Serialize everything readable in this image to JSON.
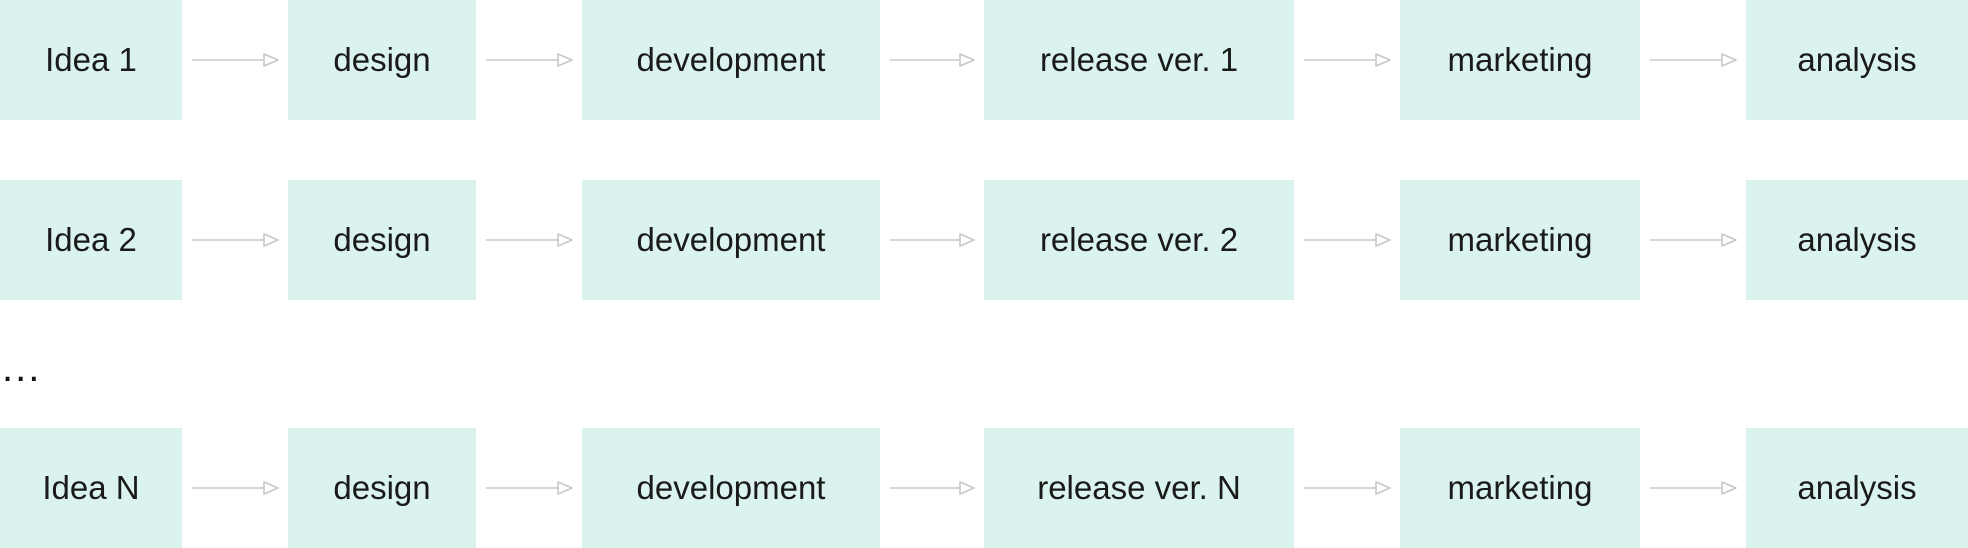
{
  "colors": {
    "box_fill": "#dbf3ef",
    "arrow_stroke": "#c8c8c8",
    "text": "#1a1a1a"
  },
  "rows": [
    {
      "idea": "Idea 1",
      "steps": [
        "design",
        "development",
        "release ver. 1",
        "marketing",
        "analysis"
      ]
    },
    {
      "idea": "Idea 2",
      "steps": [
        "design",
        "development",
        "release ver. 2",
        "marketing",
        "analysis"
      ]
    },
    {
      "idea": "Idea N",
      "steps": [
        "design",
        "development",
        "release ver. N",
        "marketing",
        "analysis"
      ]
    }
  ],
  "ellipsis": "..."
}
